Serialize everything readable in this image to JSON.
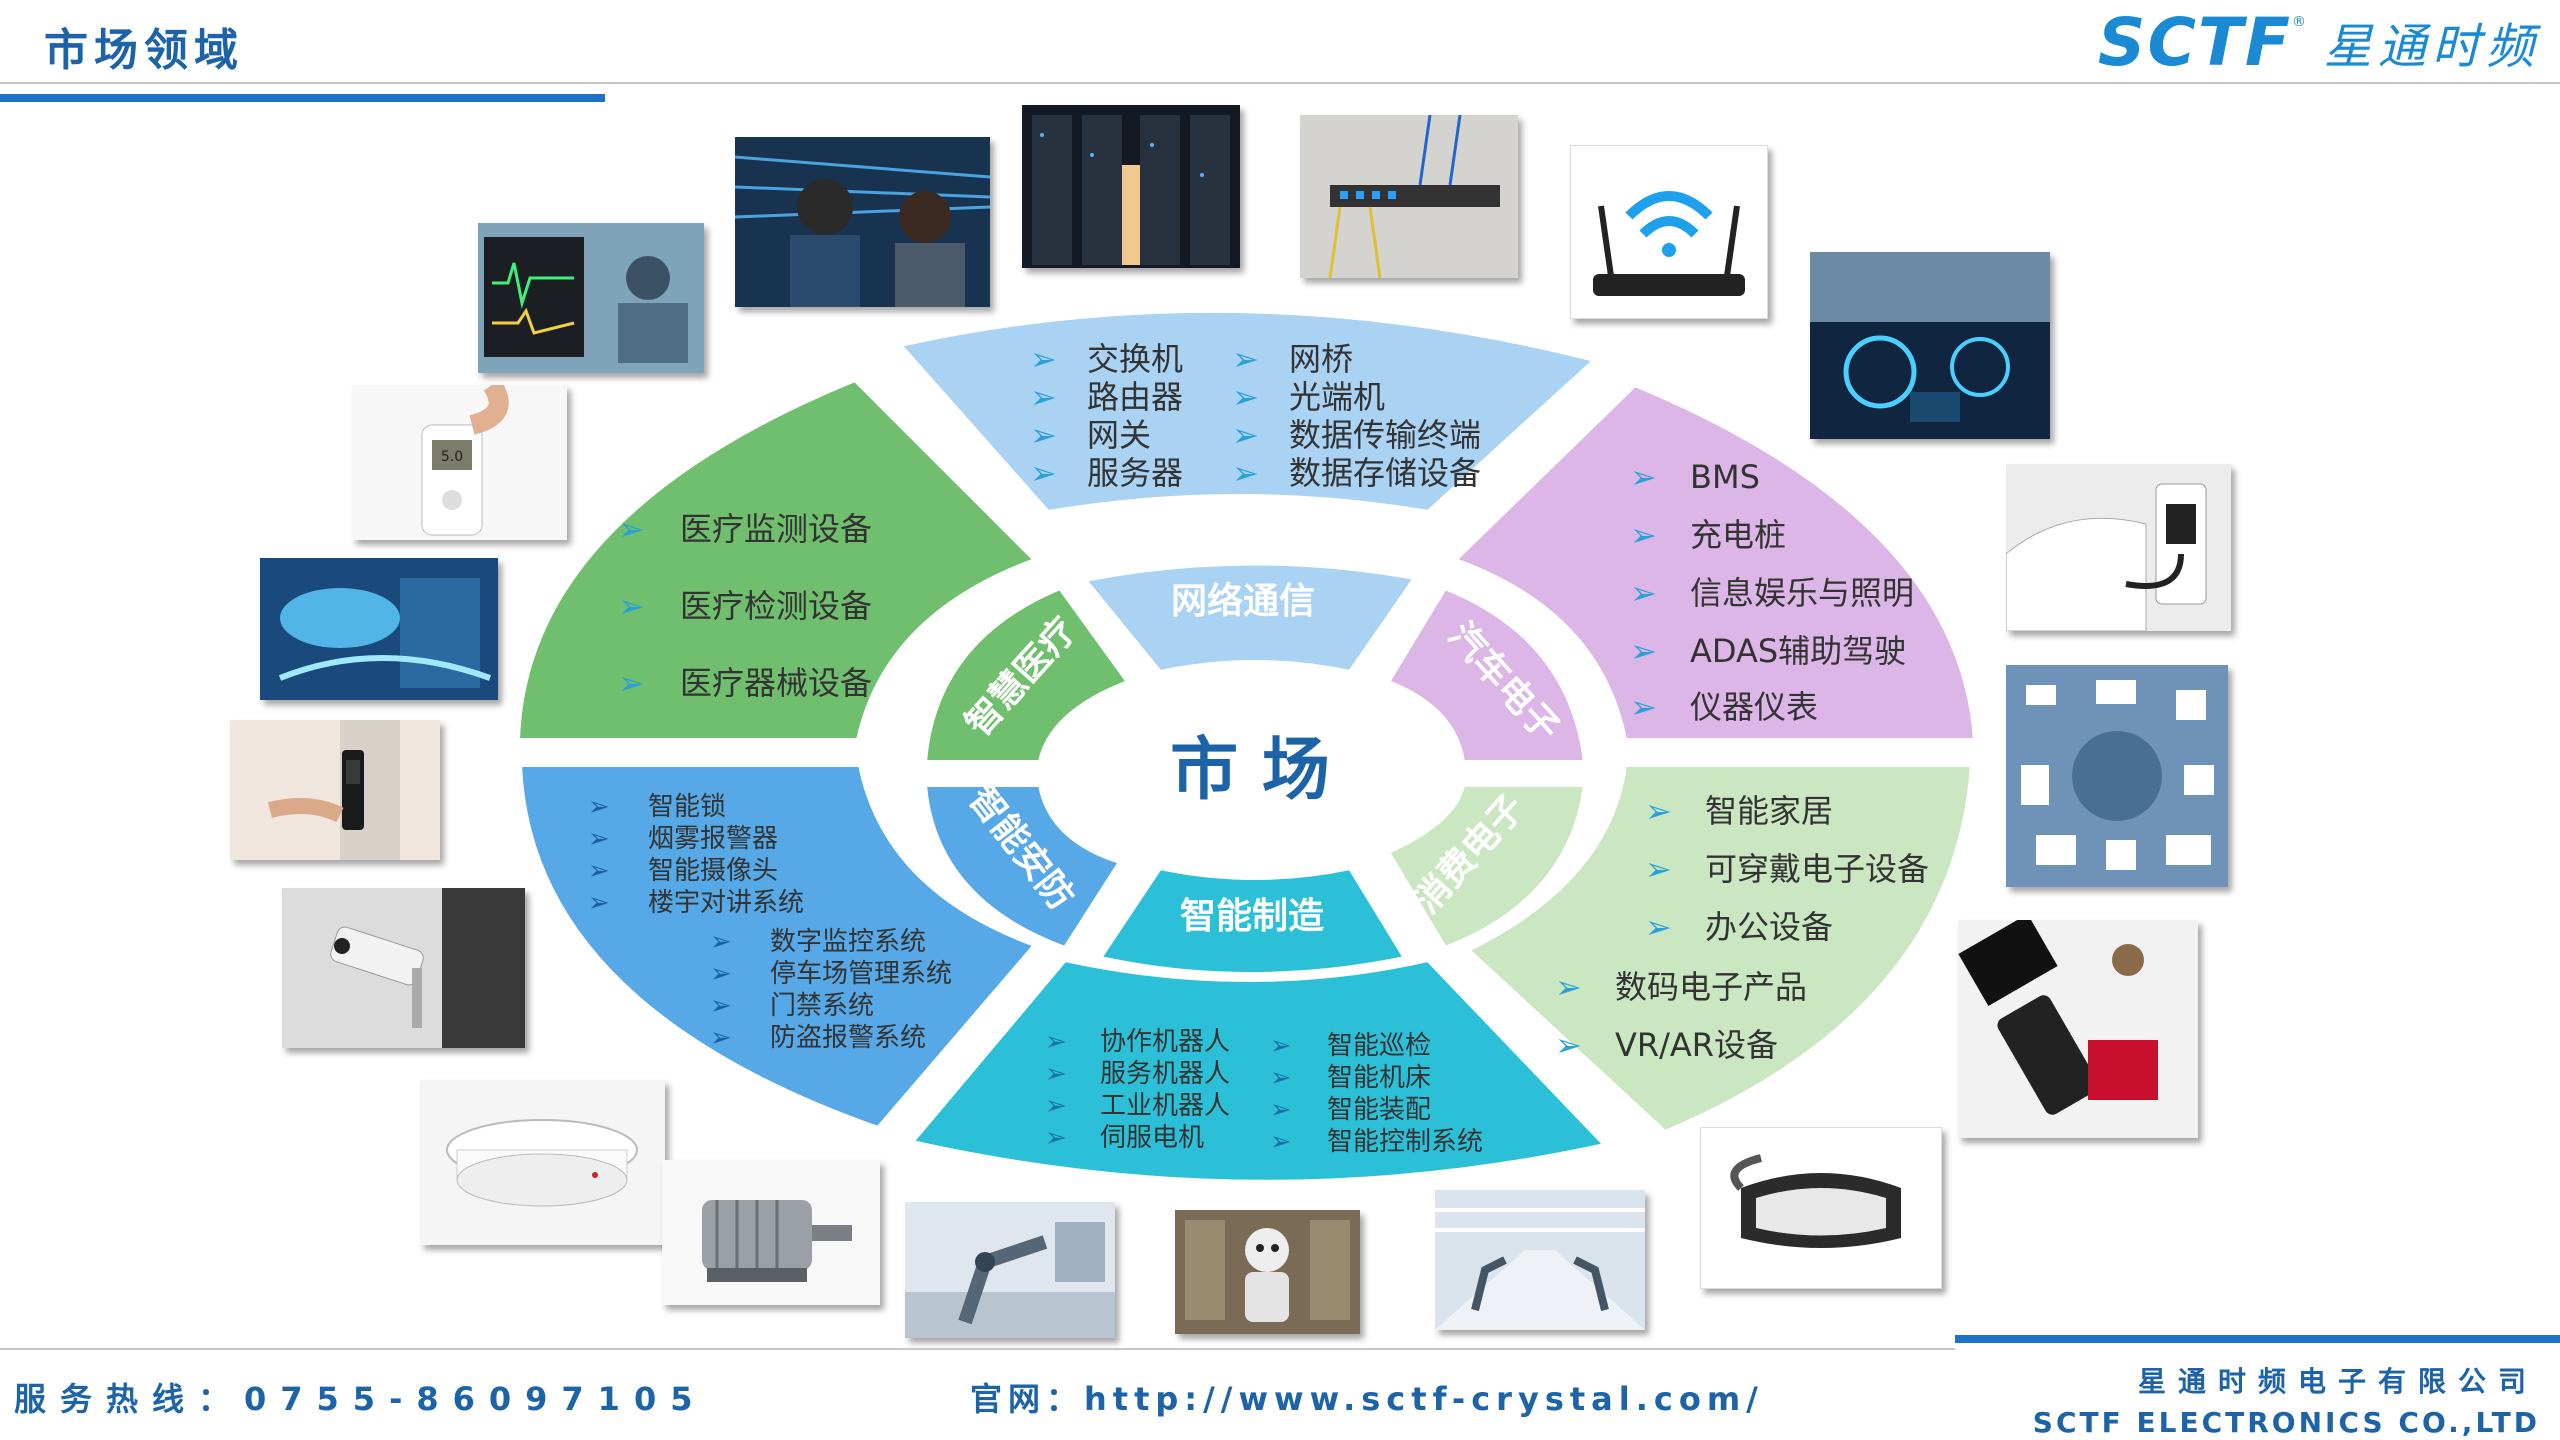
{
  "header": {
    "title": "市场领域",
    "logo_en": "SCTF",
    "logo_reg": "®",
    "logo_cn": "星通时频"
  },
  "center": {
    "label": "市 场"
  },
  "rings": {
    "network": "网络通信",
    "auto": "汽车电子",
    "consumer": "消费电子",
    "manufacturing": "智能制造",
    "security": "智能安防",
    "medical": "智慧医疗"
  },
  "network_items": {
    "col1": [
      "交换机",
      "路由器",
      "网关",
      "服务器"
    ],
    "col2": [
      "网桥",
      "光端机",
      "数据传输终端",
      "数据存储设备"
    ]
  },
  "auto_items": [
    "BMS",
    "充电桩",
    "信息娱乐与照明",
    "ADAS辅助驾驶",
    "仪器仪表"
  ],
  "consumer_items": [
    "智能家居",
    "可穿戴电子设备",
    "办公设备",
    "数码电子产品",
    "VR/AR设备"
  ],
  "manufacturing_items": {
    "col1": [
      "协作机器人",
      "服务机器人",
      "工业机器人",
      "伺服电机"
    ],
    "col2": [
      "智能巡检",
      "智能机床",
      "智能装配",
      "智能控制系统"
    ]
  },
  "security_items": {
    "col1": [
      "智能锁",
      "烟雾报警器",
      "智能摄像头",
      "楼宇对讲系统"
    ],
    "col2": [
      "数字监控系统",
      "停车场管理系统",
      "门禁系统",
      "防盗报警系统"
    ]
  },
  "medical_items": [
    "医疗监测设备",
    "医疗检测设备",
    "医疗器械设备"
  ],
  "colors": {
    "network": "#a9d2f3",
    "auto": "#dcb6e6",
    "consumer": "#cbe7c1",
    "manufacturing": "#2cc0d8",
    "security": "#56a8e6",
    "medical": "#6fbf6e",
    "arrow": "#2aa0d8",
    "brand": "#1c63a8"
  },
  "footer": {
    "hotline": "服务热线：0755-86097105",
    "site": "官网：http://www.sctf-crystal.com/",
    "company_cn": "星通时频电子有限公司",
    "company_en": "SCTF ELECTRONICS CO.,LTD"
  }
}
